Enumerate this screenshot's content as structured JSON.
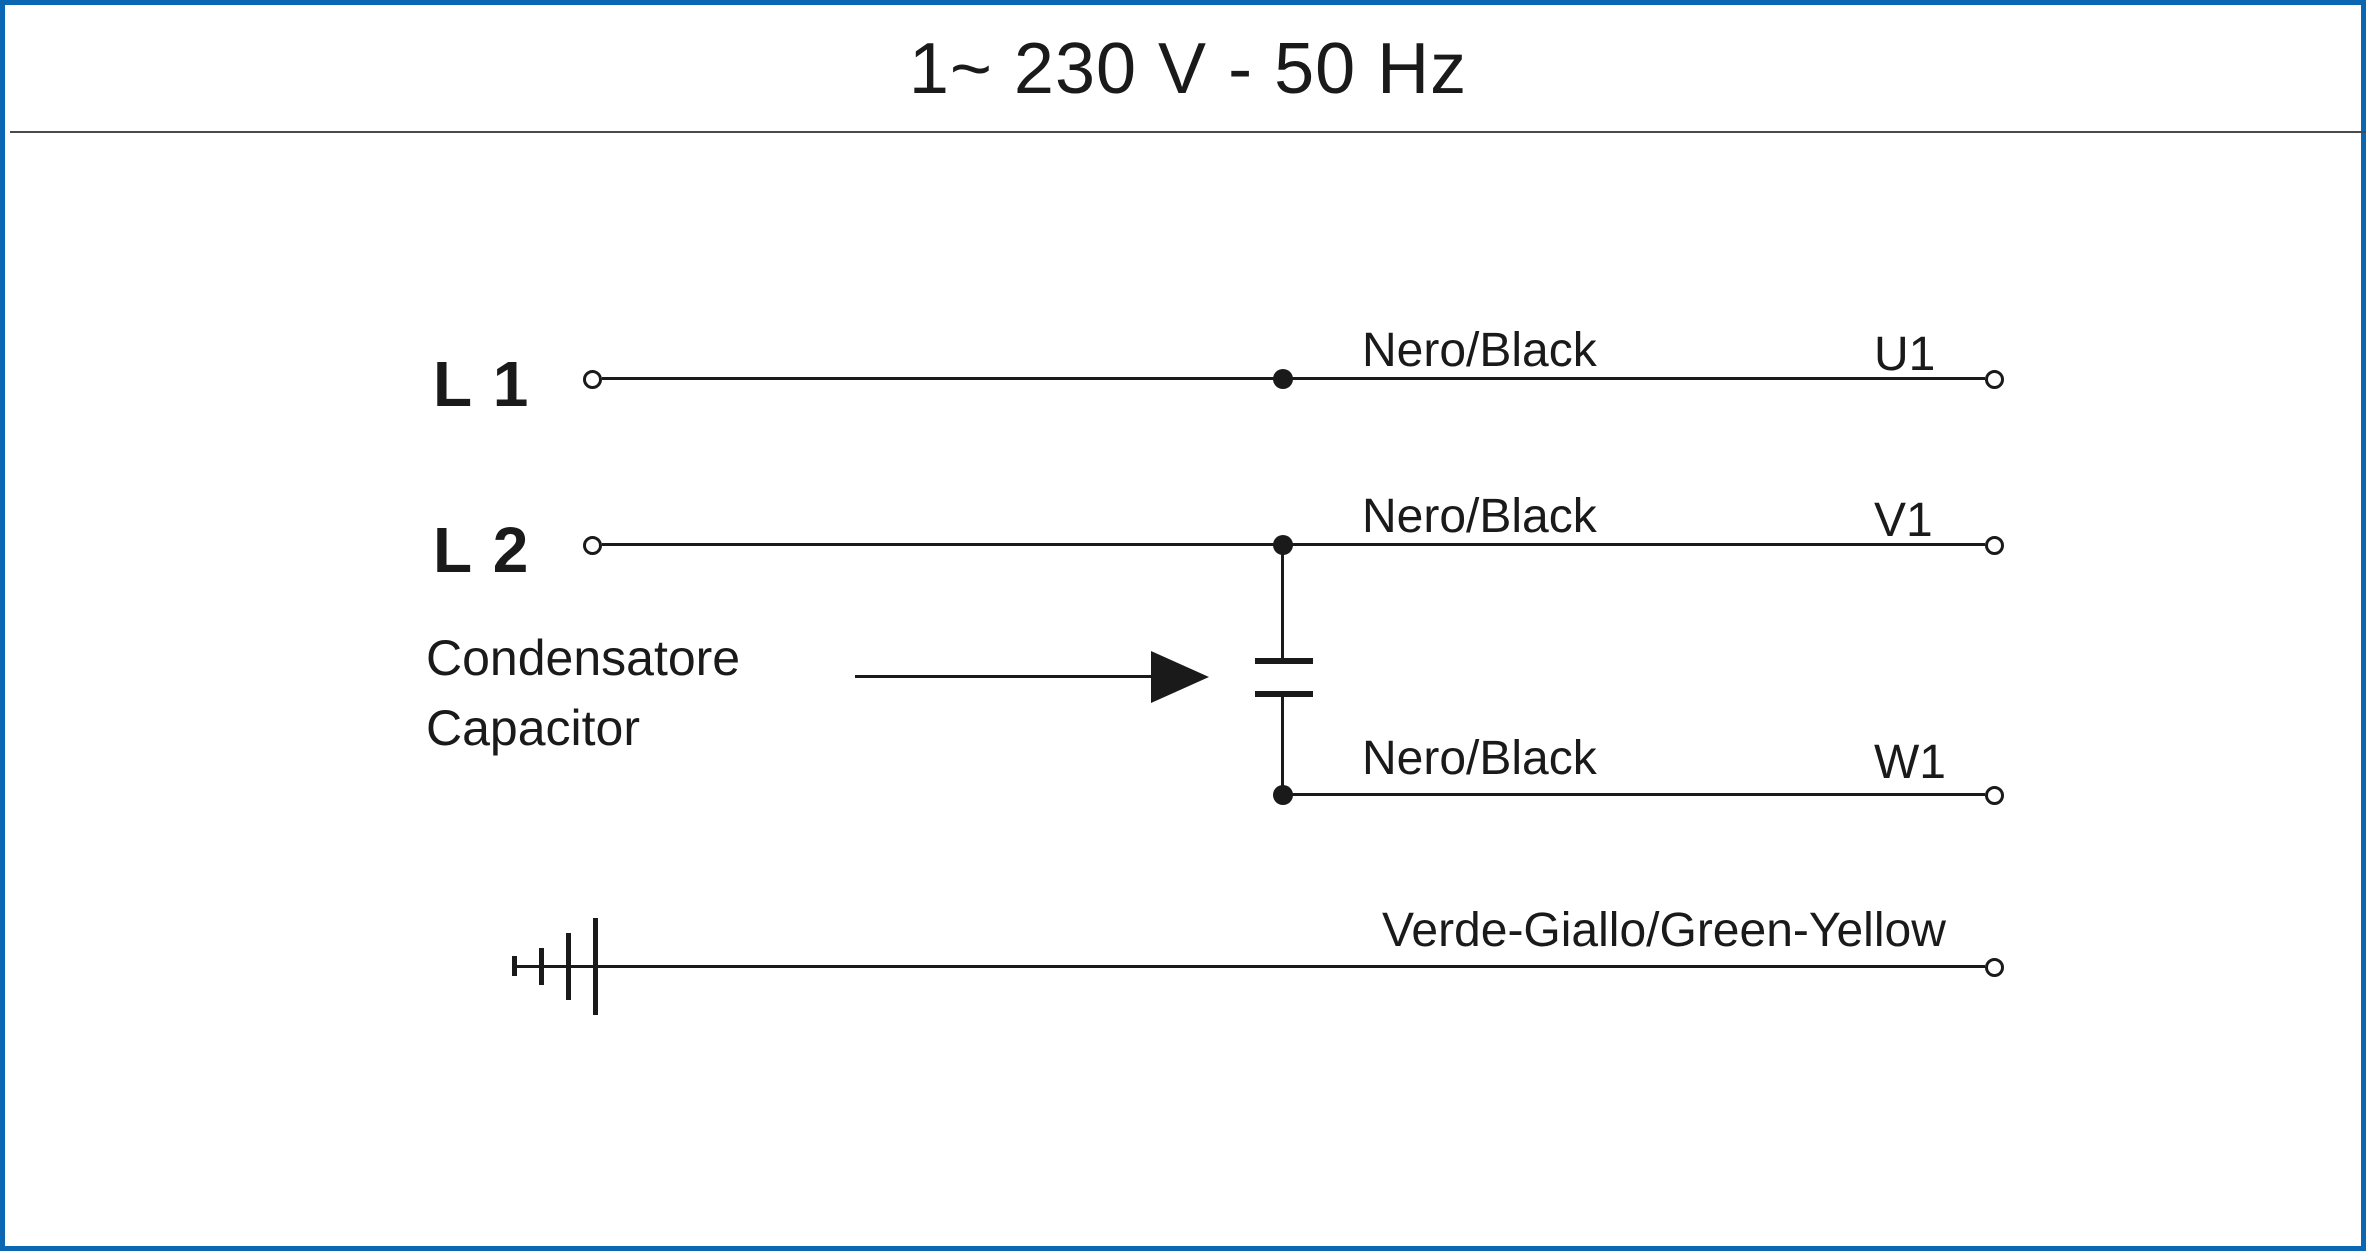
{
  "title": "1~ 230 V - 50 Hz",
  "colors": {
    "frame_blue": "#0b67b2",
    "separator_gray": "#4a4a4a",
    "ink": "#1a1a1a",
    "background": "#ffffff"
  },
  "supply": {
    "l1_label": "L 1",
    "l2_label": "L 2"
  },
  "wires": {
    "u1": {
      "color_label": "Nero/Black",
      "terminal": "U1"
    },
    "v1": {
      "color_label": "Nero/Black",
      "terminal": "V1"
    },
    "w1": {
      "color_label": "Nero/Black",
      "terminal": "W1"
    },
    "earth": {
      "color_label": "Verde-Giallo/Green-Yellow"
    }
  },
  "capacitor": {
    "label_italian": "Condensatore",
    "label_english": "Capacitor"
  }
}
